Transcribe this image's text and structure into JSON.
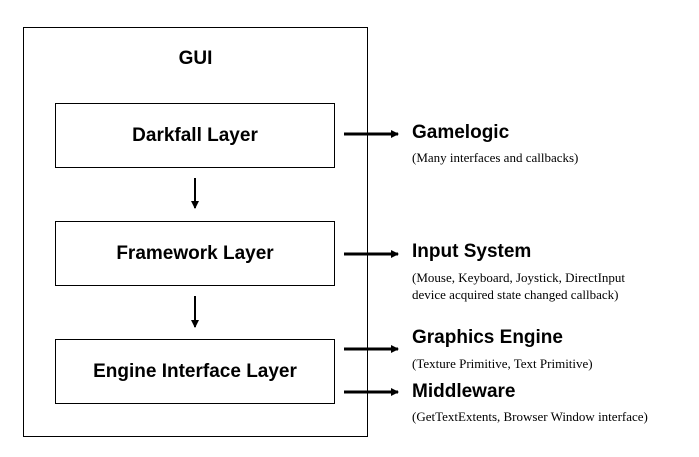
{
  "container": {
    "title": "GUI"
  },
  "layers": [
    {
      "label": "Darkfall Layer"
    },
    {
      "label": "Framework Layer"
    },
    {
      "label": "Engine Interface Layer"
    }
  ],
  "external": [
    {
      "title": "Gamelogic",
      "desc": [
        "(Many interfaces and callbacks)"
      ]
    },
    {
      "title": "Input System",
      "desc": [
        "(Mouse, Keyboard, Joystick, DirectInput",
        "device acquired state changed callback)"
      ]
    },
    {
      "title": "Graphics Engine",
      "desc": [
        "(Texture Primitive, Text Primitive)"
      ]
    },
    {
      "title": "Middleware",
      "desc": [
        "(GetTextExtents, Browser Window interface)"
      ]
    }
  ]
}
